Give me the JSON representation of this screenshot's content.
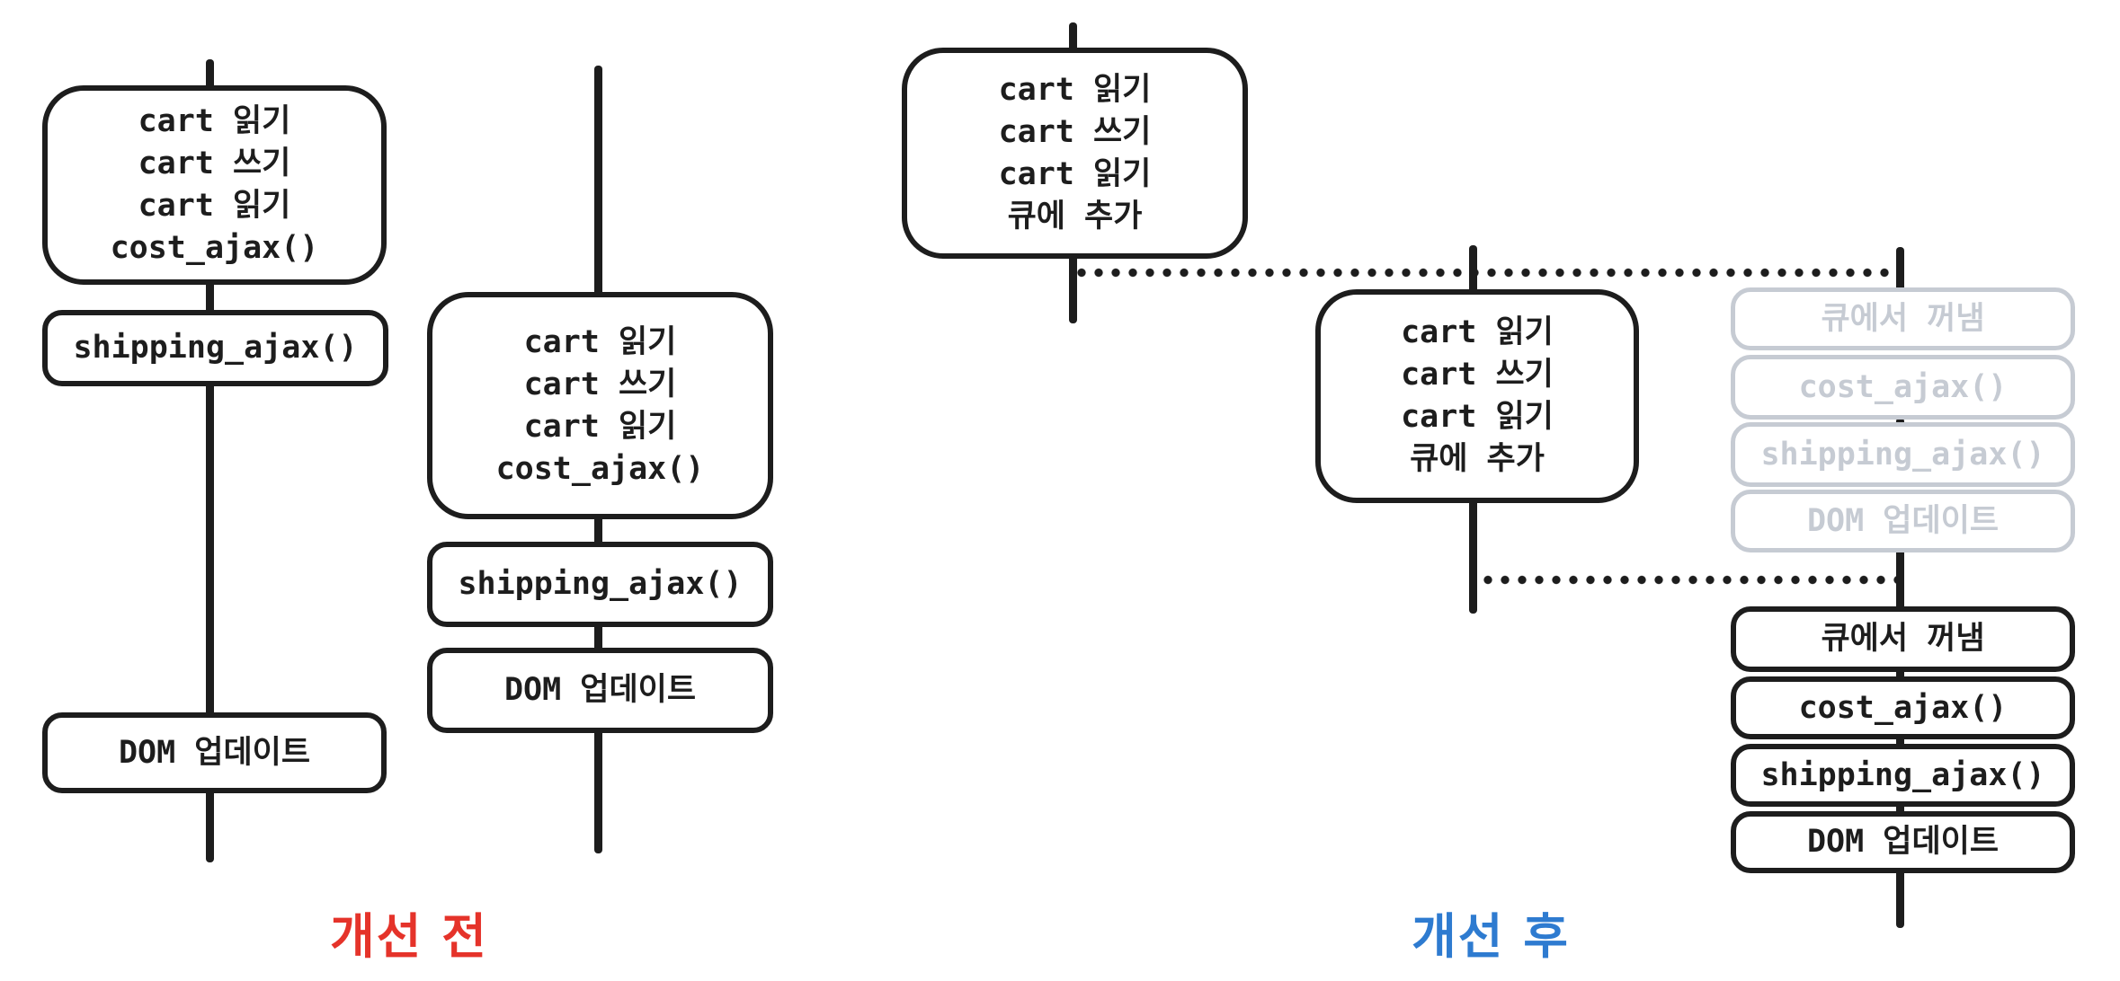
{
  "colors": {
    "ink": "#1d1d1d",
    "ghost_gray": "#c6cbd3",
    "before_label_red": "#e5332a",
    "after_label_blue": "#2e7bd0",
    "background": "#ffffff"
  },
  "before": {
    "label": "개선 전",
    "timeline1": {
      "main_box": {
        "l1": "cart 읽기",
        "l2": "cart 쓰기",
        "l3": "cart 읽기",
        "l4": "cost_ajax()"
      },
      "shipping_box": "shipping_ajax()",
      "dom_box": "DOM 업데이트"
    },
    "timeline2": {
      "main_box": {
        "l1": "cart 읽기",
        "l2": "cart 쓰기",
        "l3": "cart 읽기",
        "l4": "cost_ajax()"
      },
      "shipping_box": "shipping_ajax()",
      "dom_box": "DOM 업데이트"
    }
  },
  "after": {
    "label": "개선 후",
    "timeline3": {
      "main_box": {
        "l1": "cart 읽기",
        "l2": "cart 쓰기",
        "l3": "cart 읽기",
        "l4": "큐에 추가"
      }
    },
    "timeline4": {
      "main_box": {
        "l1": "cart 읽기",
        "l2": "cart 쓰기",
        "l3": "cart 읽기",
        "l4": "큐에 추가"
      }
    },
    "queued_pending": {
      "b1": "큐에서 꺼냄",
      "b2": "cost_ajax()",
      "b3": "shipping_ajax()",
      "b4": "DOM 업데이트"
    },
    "queued_executed": {
      "b1": "큐에서 꺼냄",
      "b2": "cost_ajax()",
      "b3": "shipping_ajax()",
      "b4": "DOM 업데이트"
    }
  }
}
